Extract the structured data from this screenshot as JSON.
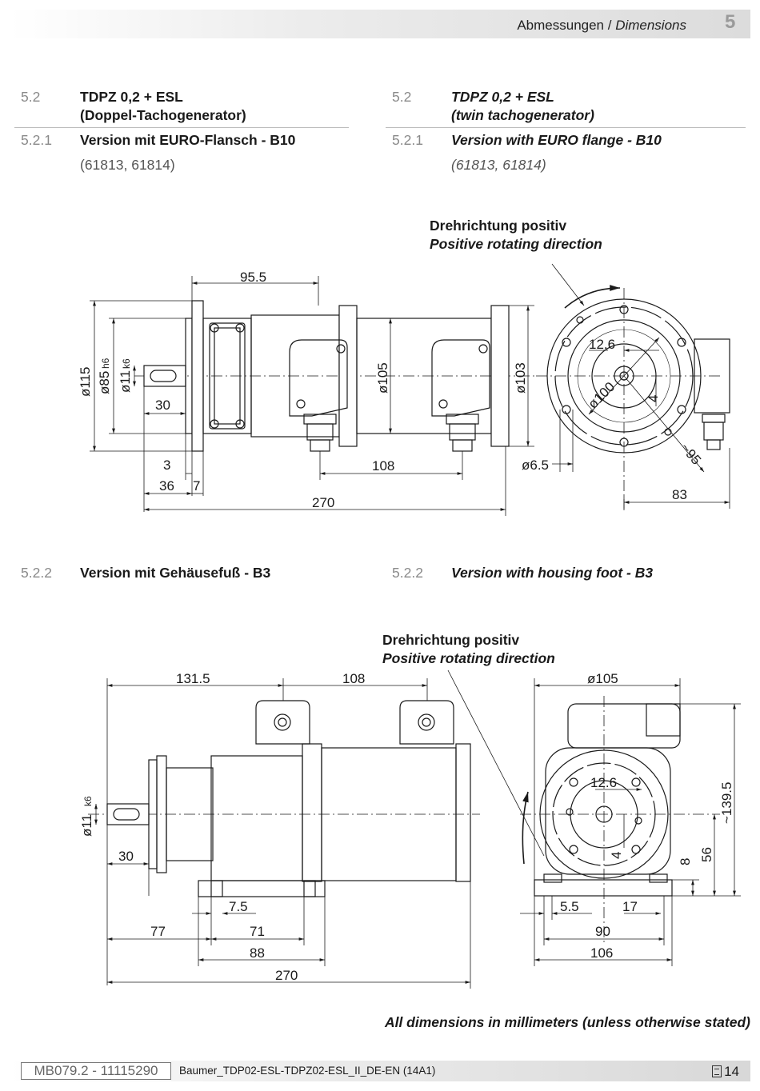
{
  "header": {
    "title_de": "Abmessungen",
    "title_sep": " / ",
    "title_en": "Dimensions",
    "chapter": "5"
  },
  "section_52": {
    "num": "5.2",
    "de_line1": "TDPZ 0,2 + ESL",
    "de_line2": "(Doppel-Tachogenerator)",
    "en_line1": "TDPZ 0,2 + ESL",
    "en_line2": "(twin tachogenerator)"
  },
  "section_521": {
    "num": "5.2.1",
    "de_title": "Version mit EURO-Flansch - B10",
    "en_title": "Version with EURO flange - B10",
    "codes_de": "(61813, 61814)",
    "codes_en": "(61813, 61814)"
  },
  "section_522": {
    "num": "5.2.2",
    "de_title": "Version mit Gehäusefuß - B3",
    "en_title": "Version with housing foot - B3"
  },
  "drawing_b10": {
    "rotation_de": "Drehrichtung positiv",
    "rotation_en": "Positive rotating direction",
    "dims": {
      "d115": "ø115",
      "d85": "ø85",
      "h6": "h6",
      "d11": "ø11",
      "k6": "k6",
      "d105": "ø105",
      "d103": "ø103",
      "l95_5": "95.5",
      "l30": "30",
      "l3": "3",
      "l36": "36",
      "l7": "7",
      "l108": "108",
      "l270": "270",
      "d6_5": "ø6.5",
      "l12_6": "12.6",
      "d100": "ø100",
      "l4": "4",
      "l95": "~95",
      "l83": "83"
    }
  },
  "drawing_b3": {
    "rotation_de": "Drehrichtung positiv",
    "rotation_en": "Positive rotating direction",
    "dims": {
      "l131_5": "131.5",
      "l108": "108",
      "d11": "ø11",
      "k6": "k6",
      "l30": "30",
      "l7_5": "7.5",
      "l77": "77",
      "l71": "71",
      "l88": "88",
      "l270": "270",
      "d105": "ø105",
      "l139_5": "~139.5",
      "l12_6": "12.6",
      "l4": "4",
      "l56": "56",
      "l8": "8",
      "l5_5": "5.5",
      "l17": "17",
      "l90": "90",
      "l106": "106"
    }
  },
  "footer": {
    "note": "All dimensions in millimeters (unless otherwise stated)",
    "doc_id": "MB079.2 - 11115290",
    "doc_name": "Baumer_TDP02-ESL-TDPZ02-ESL_II_DE-EN (14A1)",
    "page": "14"
  }
}
